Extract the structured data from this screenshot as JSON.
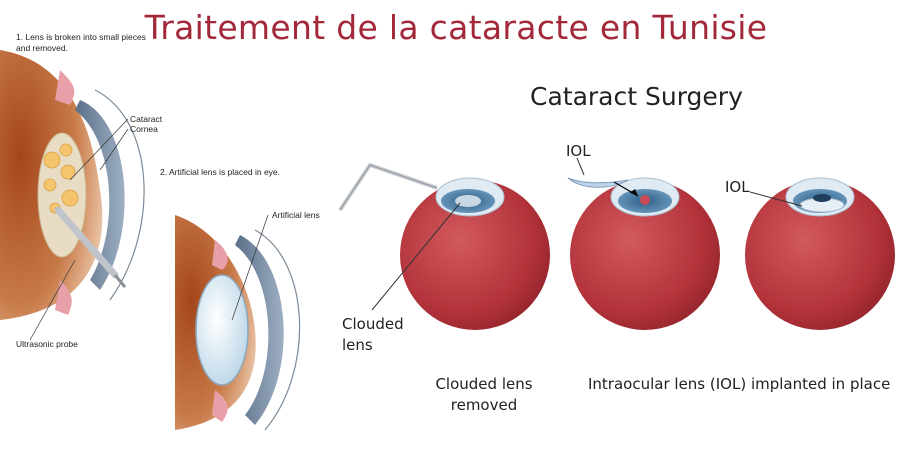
{
  "title": "Traitement de la cataracte en Tunisie",
  "left_diagram": {
    "step1": "1. Lens is broken into small pieces and removed.",
    "step2": "2. Artificial lens is placed in eye.",
    "labels": {
      "cataract": "Cataract",
      "cornea": "Cornea",
      "artificial_lens": "Artificial lens",
      "ultrasonic_probe": "Ultrasonic probe"
    }
  },
  "right_diagram": {
    "title": "Cataract Surgery",
    "iol_label_1": "IOL",
    "iol_label_2": "IOL",
    "clouded_lens_label": "Clouded lens",
    "caption_1": "Clouded lens removed",
    "caption_2": "Intraocular lens (IOL) implanted in place"
  },
  "colors": {
    "title": "#a3283a",
    "eyeball": "#b8353d",
    "iris": "#4a7fa6",
    "tissue": "#8a3a1a"
  }
}
